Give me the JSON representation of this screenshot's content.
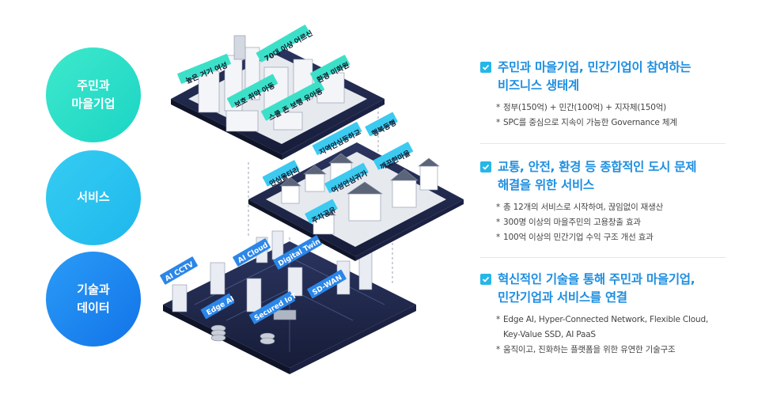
{
  "pillars": [
    {
      "label": "주민과\n마을기업"
    },
    {
      "label": "서비스"
    },
    {
      "label": "기술과\n데이터"
    }
  ],
  "illustration": {
    "residents_tags": [
      "높은 거기 여성",
      "70대 이상 어르신",
      "보호 취약 아동",
      "환경 미화원",
      "스쿨 존 보행 유아동"
    ],
    "service_tags": [
      "지역안심등하교",
      "행복동행",
      "깨끗한마을",
      "안심울타리",
      "여성안심귀가",
      "주차공유"
    ],
    "tech_tags": [
      "AI CCTV",
      "AI Cloud",
      "Digital Twin",
      "Edge AI",
      "Secured IoT",
      "SD-WAN"
    ]
  },
  "sections": [
    {
      "title": "주민과 마을기업, 민간기업이 참여하는\n비즈니스 생태계",
      "bullets": [
        "정부(150억) + 민간(100억) + 지자체(150억)",
        "SPC를 중심으로 지속이 가능한 Governance 체계"
      ]
    },
    {
      "title": "교통, 안전, 환경 등 종합적인 도시 문제\n해결을 위한 서비스",
      "bullets": [
        "총 12개의 서비스로 시작하여, 끊임없이 재생산",
        "300명 이상의 마을주민의 고용창출 효과",
        "100억 이상의 민간기업 수익 구조 개선 효과"
      ]
    },
    {
      "title": "혁신적인 기술을 통해 주민과 마을기업,\n민간기업과 서비스를 연결",
      "bullets": [
        "Edge AI, Hyper-Connected Network, Flexible Cloud,\n  Key-Value SSD, AI PaaS",
        "움직이고, 진화하는 플랫폼을 위한 유연한 기술구조"
      ]
    }
  ],
  "colors": {
    "accent_blue": "#1f8fe0",
    "check_blue": "#24b7e8",
    "teal": "#1bd4c4",
    "sky": "#1fb7ec",
    "blue": "#1273e8",
    "platform_dark": "#1e2547"
  }
}
